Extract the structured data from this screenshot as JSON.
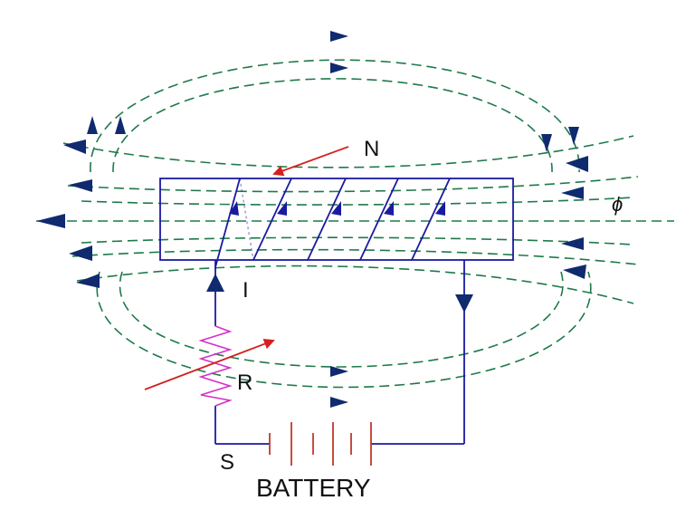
{
  "labels": {
    "north": "N",
    "current": "I",
    "resistor": "R",
    "switch": "S",
    "flux": "ϕ",
    "battery": "BATTERY"
  },
  "colors": {
    "field_lines": "#1e7a4a",
    "coil": "#1a1aa0",
    "resistor": "#d42fc8",
    "battery": "#c0392b",
    "pointer": "#d42020",
    "text": "#111111"
  }
}
